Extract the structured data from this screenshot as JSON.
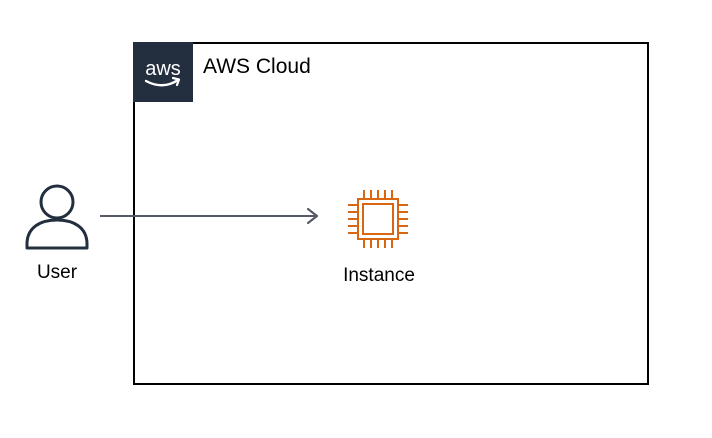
{
  "group": {
    "title": "AWS Cloud",
    "logo_text": "aws",
    "logo_color": "#232f3e",
    "border_color": "#000000"
  },
  "user": {
    "label": "User",
    "icon": "user-icon"
  },
  "instance": {
    "label": "Instance",
    "icon": "ec2-instance-icon",
    "color": "#d86613"
  },
  "connection": {
    "from": "User",
    "to": "Instance",
    "color": "#545b64"
  }
}
